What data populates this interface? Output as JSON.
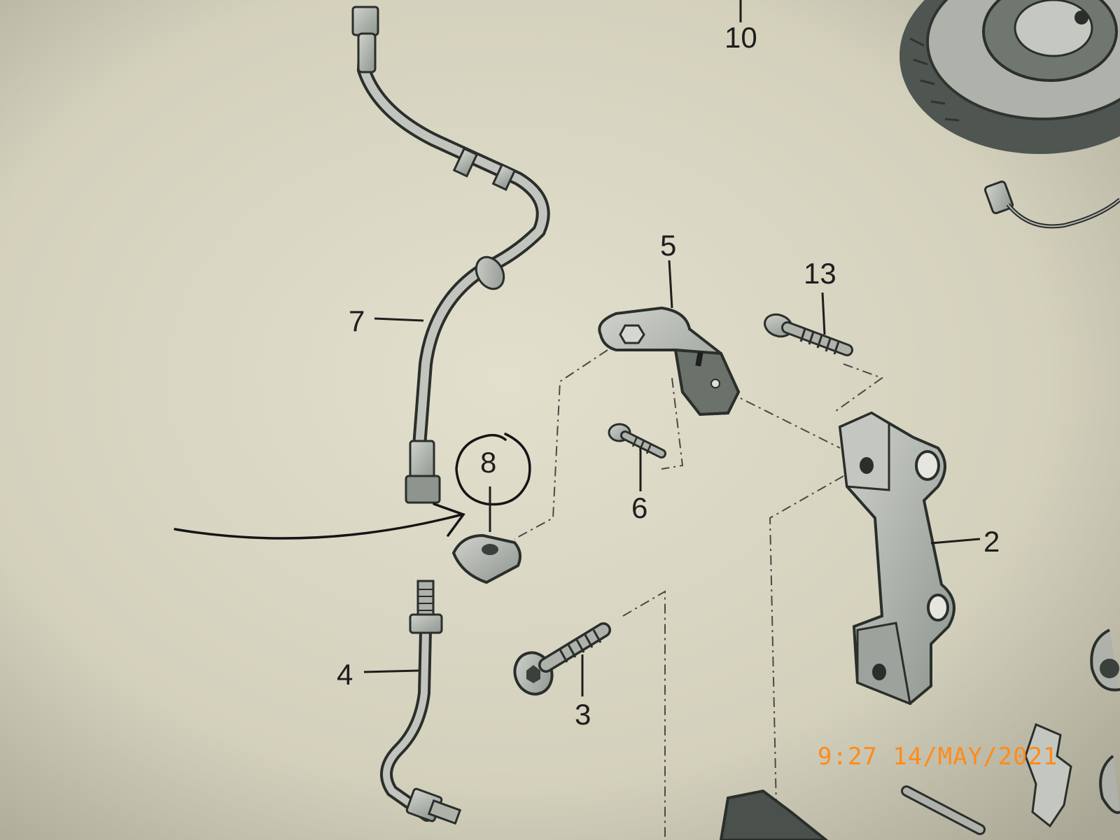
{
  "diagram": {
    "callouts": {
      "p2": "2",
      "p3": "3",
      "p4": "4",
      "p5": "5",
      "p6": "6",
      "p7": "7",
      "p8": "8",
      "p10": "10",
      "p13": "13"
    },
    "highlighted_part": "8",
    "timestamp": "9:27 14/MAY/2021"
  },
  "colors": {
    "paper": "#d8d5c2",
    "ink": "#1e1e1e",
    "part_fill": "#b9bcb6",
    "part_shadow": "#7f8580",
    "timestamp": "#ff8c1a"
  }
}
